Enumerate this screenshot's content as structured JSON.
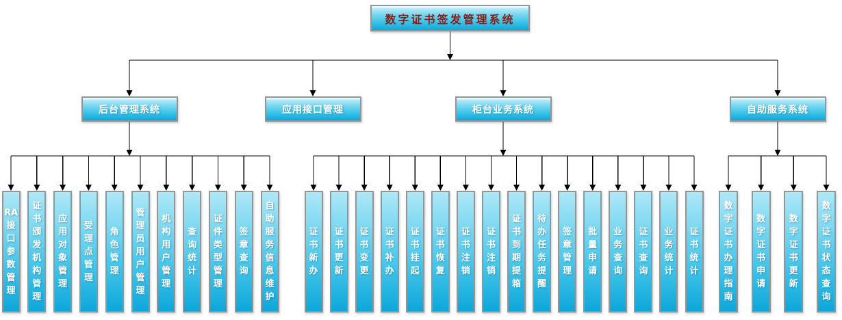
{
  "diagram": {
    "root": {
      "label": "数字证书签发管理系统"
    },
    "branches": [
      {
        "label": "后台管理系统",
        "children": [
          "RA接口参数管理",
          "证书颁发机构管理",
          "应用对象管理",
          "受理点管理",
          "角色管理",
          "管理员用户管理",
          "机构用户管理",
          "查询统计",
          "证件类型管理",
          "签章查询",
          "自助服务信息维护"
        ]
      },
      {
        "label": "应用接口管理",
        "children": []
      },
      {
        "label": "柜台业务系统",
        "children": [
          "证书新办",
          "证书更新",
          "证书变更",
          "证书补办",
          "证书挂起",
          "证书恢复",
          "证书注销",
          "证书注销",
          "证书到期提箱",
          "待办任务提醒",
          "签章管理",
          "批量申请",
          "业务查询",
          "证书查询",
          "业务统计",
          "证书统计"
        ]
      },
      {
        "label": "自助服务系统",
        "children": [
          "数字证书办理指南",
          "数字证书申请",
          "数字证书更新",
          "数字证书状态查询"
        ]
      }
    ],
    "colors": {
      "box_top": "#aee8f8",
      "box_bottom": "#0da7da",
      "box_border": "#8f9799",
      "root_text": "#8b1d15",
      "node_text": "#ffffff",
      "connector": "#000000",
      "background": "#ffffff"
    }
  }
}
